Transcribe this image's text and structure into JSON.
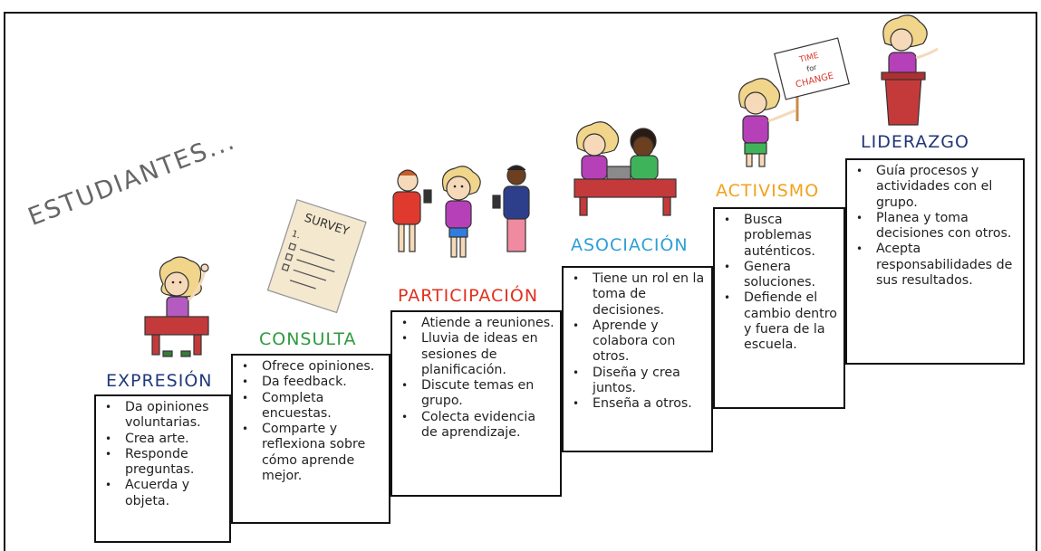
{
  "heading": "ESTUDIANTES...",
  "stages": [
    {
      "title": "EXPRESIÓN",
      "color": "#1f3a7a",
      "items": [
        "Da opiniones voluntarias.",
        "Crea arte.",
        "Responde preguntas.",
        "Acuerda y objeta."
      ]
    },
    {
      "title": "CONSULTA",
      "color": "#2e9a3e",
      "items": [
        "Ofrece opiniones.",
        "Da feedback.",
        "Completa encuestas.",
        "Comparte y reflexiona sobre cómo aprende mejor."
      ]
    },
    {
      "title": "PARTICIPACIÓN",
      "color": "#e0301e",
      "items": [
        "Atiende a reuniones.",
        "Lluvia de ideas en sesiones de planificación.",
        "Discute temas en grupo.",
        "Colecta evidencia de aprendizaje."
      ]
    },
    {
      "title": "ASOCIACIÓN",
      "color": "#2f9fd6",
      "items": [
        "Tiene un rol en la toma de decisiones.",
        "Aprende y colabora con otros.",
        "Diseña y crea juntos.",
        "Enseña a otros."
      ]
    },
    {
      "title": "ACTIVISMO",
      "color": "#f2a21b",
      "items": [
        "Busca problemas auténticos.",
        "Genera soluciones.",
        "Defiende el cambio dentro y fuera de la escuela."
      ]
    },
    {
      "title": "LIDERAZGO",
      "color": "#23357a",
      "items": [
        "Guía procesos y actividades con el grupo.",
        "Planea y toma decisiones con otros.",
        "Acepta responsabilidades de sus resultados."
      ]
    }
  ],
  "survey_sheet": {
    "title": "SURVEY",
    "number": "1."
  },
  "protest_sign": {
    "line1": "TIME",
    "line2": "for",
    "line3": "CHANGE"
  }
}
